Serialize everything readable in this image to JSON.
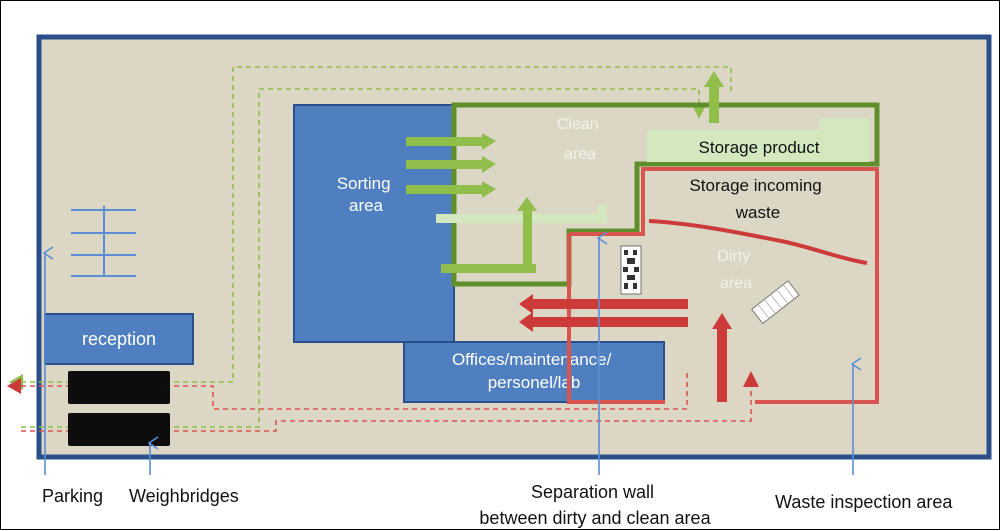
{
  "areas": {
    "clean": [
      "Clean",
      "area"
    ],
    "storage_product": "Storage product",
    "storage_incoming": [
      "Storage incoming",
      "waste"
    ],
    "sorting": [
      "Sorting",
      "area"
    ],
    "dirty": [
      "Dirty",
      "area"
    ],
    "reception": "reception",
    "offices": [
      "Offices/maintenance/",
      "personel/lab"
    ]
  },
  "annotations": {
    "parking": "Parking",
    "weighbridges": "Weighbridges",
    "separation_wall": [
      "Separation wall",
      "between dirty and clean area"
    ],
    "waste_inspection": "Waste inspection area"
  },
  "colors": {
    "site_fill": "#dcd6c5",
    "site_border": "#2b4f8a",
    "blue_fill": "#4f7fc0",
    "clean_border": "#5f8f2a",
    "green_arrow": "#8fbf4a",
    "light_green": "#d3e8bf",
    "dirty_border": "#d9534f",
    "red_arrow": "#cc3a3a",
    "pointer_blue": "#5b8ed6"
  }
}
